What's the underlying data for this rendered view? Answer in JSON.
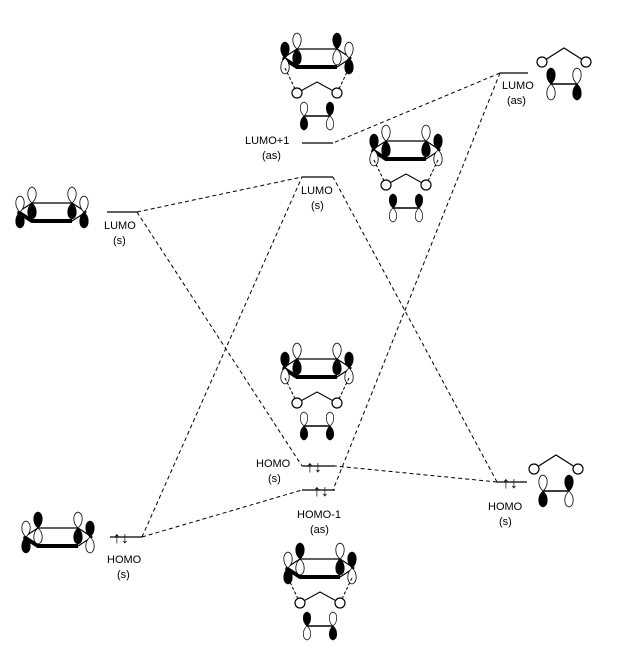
{
  "title": "Frontier molecular orbital correlation diagram",
  "levels": {
    "left_lumo": {
      "label": "LUMO",
      "symmetry": "(s)"
    },
    "left_homo": {
      "label": "HOMO",
      "symmetry": "(s)"
    },
    "right_lumo": {
      "label": "LUMO",
      "symmetry": "(as)"
    },
    "right_homo": {
      "label": "HOMO",
      "symmetry": "(s)"
    },
    "c_lumo1": {
      "label": "LUMO+1",
      "symmetry": "(as)"
    },
    "c_lumo": {
      "label": "LUMO",
      "symmetry": "(s)"
    },
    "c_homo": {
      "label": "HOMO",
      "symmetry": "(s)"
    },
    "c_homo1": {
      "label": "HOMO-1",
      "symmetry": "(as)"
    }
  },
  "electron_symbol": "↑↓",
  "colors": {
    "line": "#000000",
    "lobe_filled": "#000000",
    "lobe_empty": "#ffffff"
  }
}
